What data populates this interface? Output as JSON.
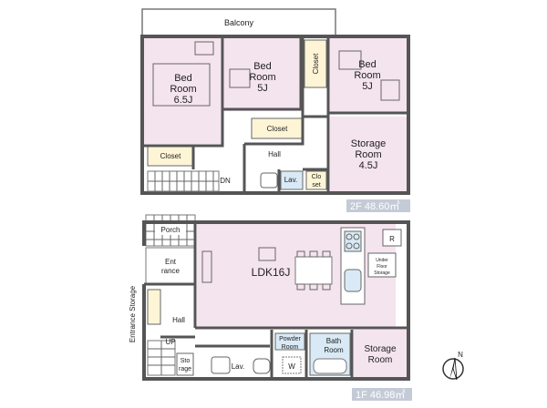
{
  "floor2": {
    "area_label": "2F 48.60㎡",
    "balcony": "Balcony",
    "bed1": [
      "Bed",
      "Room",
      "6.5J"
    ],
    "bed2": [
      "Bed",
      "Room",
      "5J"
    ],
    "bed3": [
      "Bed",
      "Room",
      "5J"
    ],
    "storage": [
      "Storage",
      "Room",
      "4.5J"
    ],
    "closet_main": "Closet",
    "closet_left": "Closet",
    "closet_vertical": "Closet",
    "hall": "Hall",
    "lav": "Lav.",
    "closet_small": [
      "Clo",
      "set"
    ],
    "stairs_dn": "DN"
  },
  "floor1": {
    "area_label": "1F 46.98㎡",
    "porch": "Porch",
    "entrance": [
      "Ent",
      "rance"
    ],
    "ldk": "LDK16J",
    "underfloor": [
      "Under",
      "Floor",
      "Storage"
    ],
    "refrigerator": "R",
    "entrance_storage": "Entrance Storage",
    "hall": "Hall",
    "stairs_up": "UP",
    "storage_small": [
      "Sto",
      "rage"
    ],
    "lav": "Lav.",
    "powder": [
      "Powder",
      "Room"
    ],
    "washer": "W",
    "bath": [
      "Bath",
      "Room"
    ],
    "storage": [
      "Storage",
      "Room"
    ]
  },
  "compass": {
    "label": "N"
  },
  "colors": {
    "room_fill": "#f4e4ee",
    "closet_fill": "#fdf5d6",
    "fixture_fill": "#d9eaf6",
    "badge_fill": "#c4cbd6",
    "wall": "#555555"
  }
}
